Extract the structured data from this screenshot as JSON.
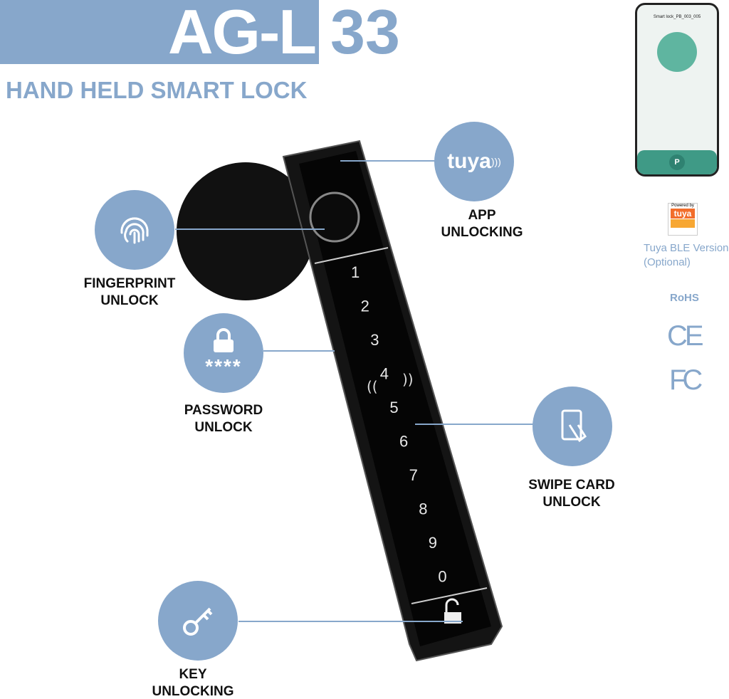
{
  "header": {
    "model_prefix": "AG-L",
    "model_suffix": "33",
    "subtitle": "HAND HELD SMART LOCK"
  },
  "features": {
    "fingerprint": {
      "line1": "FINGERPRINT",
      "line2": "UNLOCK",
      "icon": "fingerprint-icon"
    },
    "password": {
      "line1": "PASSWORD",
      "line2": "UNLOCK",
      "icon": "padlock-icon",
      "stars": "****"
    },
    "key": {
      "line1": "KEY",
      "line2": "UNLOCKING",
      "icon": "key-icon"
    },
    "app": {
      "line1": "APP",
      "line2": "UNLOCKING",
      "logo": "tuya"
    },
    "card": {
      "line1": "SWIPE CARD",
      "line2": "UNLOCK",
      "icon": "card-icon"
    }
  },
  "keypad": [
    "1",
    "2",
    "3",
    "4",
    "5",
    "6",
    "7",
    "8",
    "9",
    "0"
  ],
  "phone": {
    "title": "Smart lock_PB_003_005",
    "button": "P"
  },
  "badges": {
    "powered_by": "Powered by",
    "tuya_logo": "tuya",
    "version_line1": "Tuya BLE Version",
    "version_line2": "(Optional)",
    "rohs": "RoHS",
    "ce": "CE",
    "fc": "FC"
  },
  "colors": {
    "accent": "#87a7cb",
    "phone_green": "#3f9a86"
  }
}
